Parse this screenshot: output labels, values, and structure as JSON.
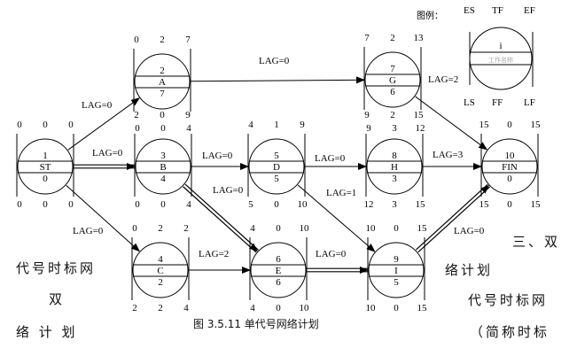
{
  "legend": {
    "label": "图例：",
    "top": [
      "ES",
      "TF",
      "EF"
    ],
    "bottom": [
      "LS",
      "FF",
      "LF"
    ],
    "node_id": "i",
    "node_name": "工作名称"
  },
  "nodes": [
    {
      "id": "1",
      "name": "ST",
      "dur": "0",
      "es": "0",
      "tf": "0",
      "ef": "0",
      "ls": "0",
      "ff": "0",
      "lf": "0"
    },
    {
      "id": "2",
      "name": "A",
      "dur": "7",
      "es": "0",
      "tf": "2",
      "ef": "7",
      "ls": "2",
      "ff": "0",
      "lf": "9"
    },
    {
      "id": "3",
      "name": "B",
      "dur": "4",
      "es": "0",
      "tf": "0",
      "ef": "4",
      "ls": "0",
      "ff": "0",
      "lf": "4"
    },
    {
      "id": "4",
      "name": "C",
      "dur": "2",
      "es": "0",
      "tf": "2",
      "ef": "2",
      "ls": "2",
      "ff": "2",
      "lf": "4"
    },
    {
      "id": "5",
      "name": "D",
      "dur": "5",
      "es": "4",
      "tf": "1",
      "ef": "9",
      "ls": "5",
      "ff": "0",
      "lf": "10"
    },
    {
      "id": "6",
      "name": "E",
      "dur": "6",
      "es": "4",
      "tf": "0",
      "ef": "10",
      "ls": "4",
      "ff": "0",
      "lf": "10"
    },
    {
      "id": "7",
      "name": "G",
      "dur": "6",
      "es": "7",
      "tf": "2",
      "ef": "13",
      "ls": "9",
      "ff": "2",
      "lf": "15"
    },
    {
      "id": "8",
      "name": "H",
      "dur": "3",
      "es": "9",
      "tf": "3",
      "ef": "12",
      "ls": "12",
      "ff": "3",
      "lf": "15"
    },
    {
      "id": "9",
      "name": "I",
      "dur": "5",
      "es": "10",
      "tf": "0",
      "ef": "15",
      "ls": "10",
      "ff": "0",
      "lf": "15"
    },
    {
      "id": "10",
      "name": "FIN",
      "dur": "0",
      "es": "15",
      "tf": "0",
      "ef": "15",
      "ls": "15",
      "ff": "0",
      "lf": "15"
    }
  ],
  "edges": [
    {
      "from": "1",
      "to": "2",
      "lag": "LAG=0",
      "critical": false
    },
    {
      "from": "1",
      "to": "3",
      "lag": "LAG=0",
      "critical": true
    },
    {
      "from": "1",
      "to": "4",
      "lag": "LAG=0",
      "critical": false
    },
    {
      "from": "2",
      "to": "7",
      "lag": "LAG=0",
      "critical": false
    },
    {
      "from": "3",
      "to": "5",
      "lag": "LAG=0",
      "critical": false
    },
    {
      "from": "3",
      "to": "6",
      "lag": "LAG=0",
      "critical": true
    },
    {
      "from": "4",
      "to": "6",
      "lag": "LAG=2",
      "critical": false
    },
    {
      "from": "5",
      "to": "8",
      "lag": "LAG=0",
      "critical": false
    },
    {
      "from": "5",
      "to": "9",
      "lag": "LAG=1",
      "critical": false
    },
    {
      "from": "6",
      "to": "9",
      "lag": "LAG=0",
      "critical": true
    },
    {
      "from": "7",
      "to": "10",
      "lag": "LAG=2",
      "critical": false
    },
    {
      "from": "8",
      "to": "10",
      "lag": "LAG=3",
      "critical": false
    },
    {
      "from": "9",
      "to": "10",
      "lag": "LAG=0",
      "critical": true
    }
  ],
  "caption": "图 3.5.11  单代号网络计划",
  "side_text": {
    "left": [
      "代号时标网",
      "双",
      "络 计 划"
    ],
    "right": [
      "三、双",
      "络计划",
      "代号时标网",
      "（简称时标"
    ]
  }
}
